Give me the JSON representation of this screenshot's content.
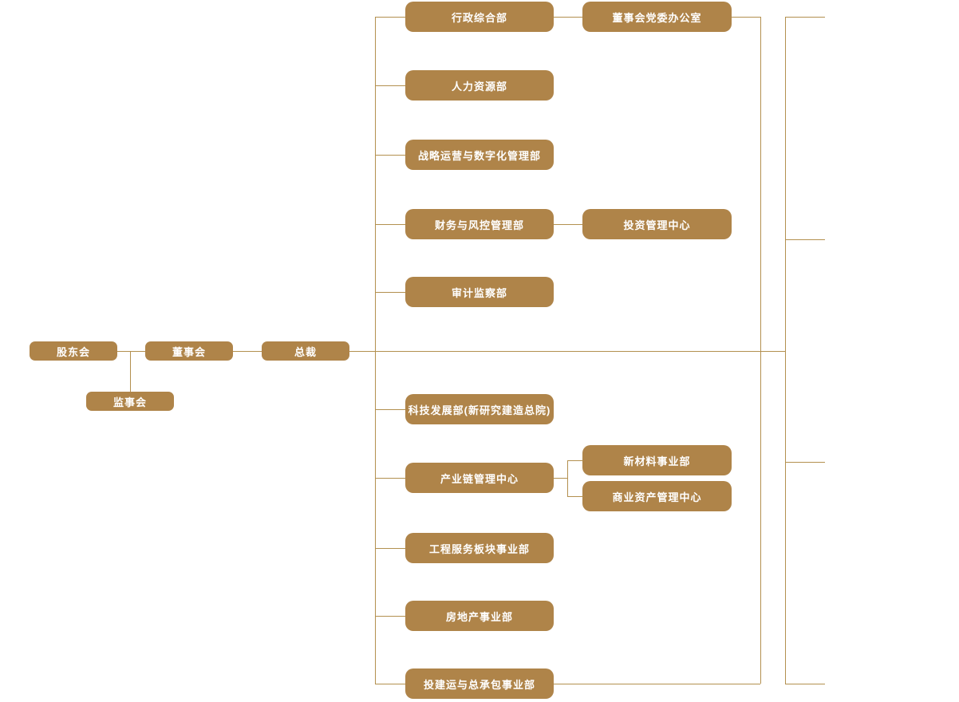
{
  "diagram": {
    "type": "org-chart",
    "colors": {
      "node_fill": "#af8449",
      "node_text": "#ffffff",
      "line": "#b3904f",
      "background": "#ffffff"
    },
    "nodes": {
      "shareholders": {
        "label": "股东会"
      },
      "board": {
        "label": "董事会"
      },
      "president": {
        "label": "总裁"
      },
      "supervisory": {
        "label": "监事会"
      },
      "admin": {
        "label": "行政综合部"
      },
      "party_office": {
        "label": "董事会党委办公室"
      },
      "hr": {
        "label": "人力资源部"
      },
      "strategy": {
        "label": "战略运营与数字化管理部"
      },
      "finance": {
        "label": "财务与风控管理部"
      },
      "investment": {
        "label": "投资管理中心"
      },
      "audit": {
        "label": "审计监察部"
      },
      "tech": {
        "label": "科技发展部(新研究建造总院)"
      },
      "industry_chain": {
        "label": "产业链管理中心"
      },
      "new_materials": {
        "label": "新材料事业部"
      },
      "commercial_assets": {
        "label": "商业资产管理中心"
      },
      "engineering": {
        "label": "工程服务板块事业部"
      },
      "real_estate": {
        "label": "房地产事业部"
      },
      "epc": {
        "label": "投建运与总承包事业部"
      }
    }
  }
}
